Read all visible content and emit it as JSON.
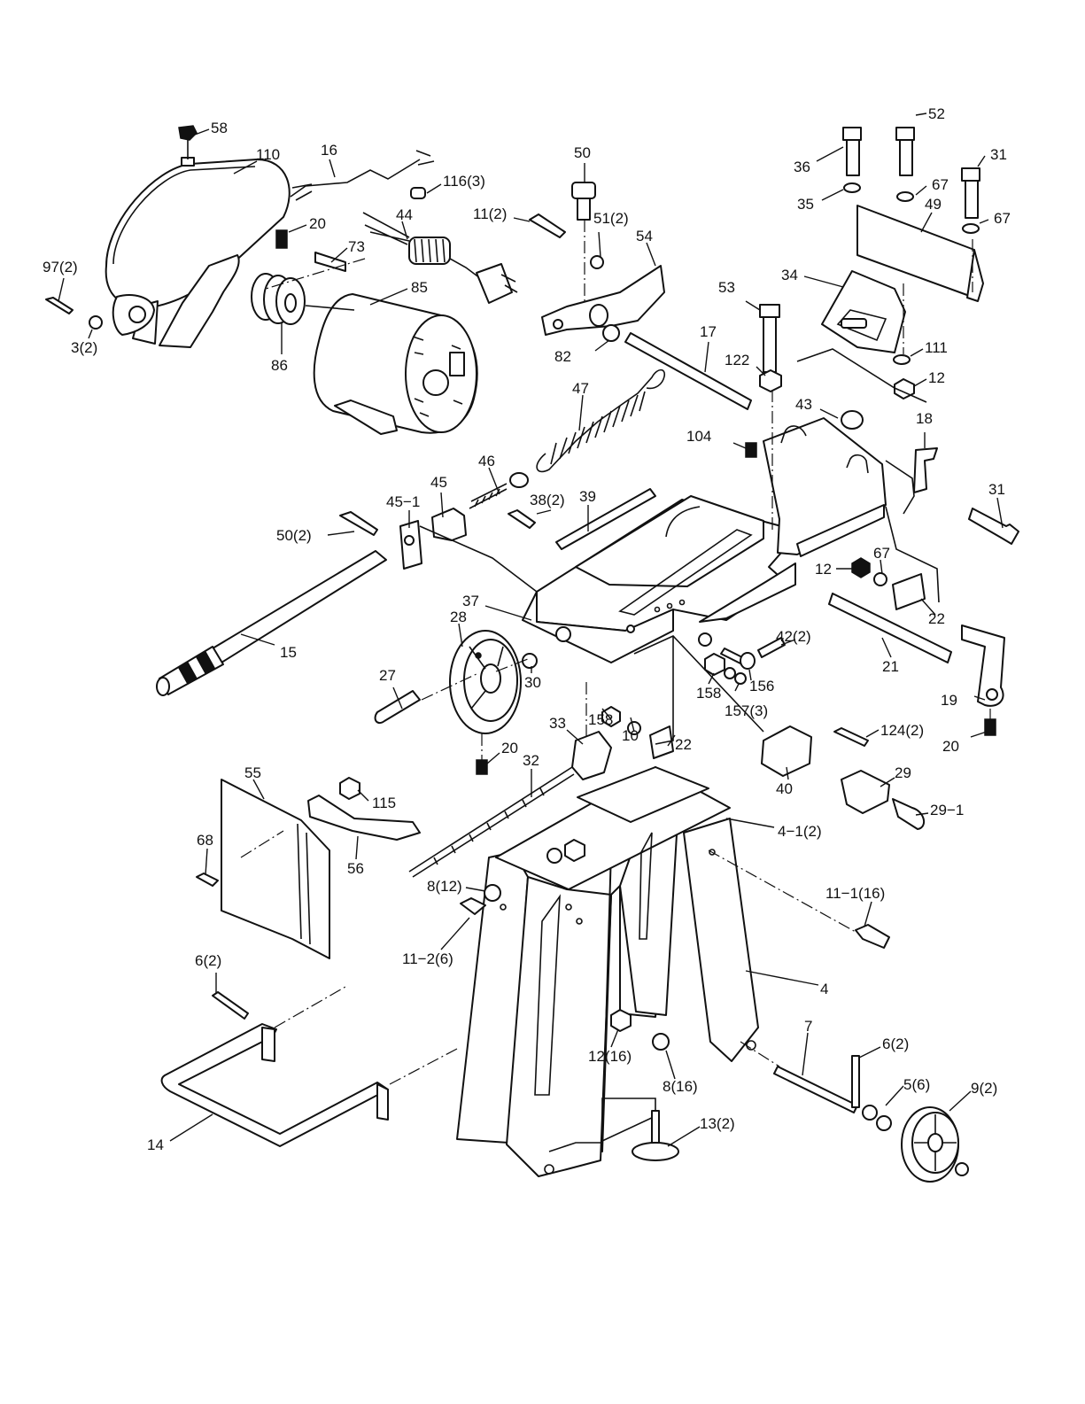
{
  "callouts": {
    "p58": "58",
    "p110": "110",
    "p16": "16",
    "p116_3": "116(3)",
    "p44": "44",
    "p97_2": "97(2)",
    "p20a": "20",
    "p73": "73",
    "p85": "85",
    "p3_2": "3(2)",
    "p86": "86",
    "p50": "50",
    "p11_2": "11(2)",
    "p51_2": "51(2)",
    "p54": "54",
    "p82": "82",
    "p53": "53",
    "p17": "17",
    "p122": "122",
    "p47": "47",
    "p104": "104",
    "p43": "43",
    "p36": "36",
    "p52": "52",
    "p31a": "31",
    "p35": "35",
    "p67a": "67",
    "p49": "49",
    "p67b": "67",
    "p34": "34",
    "p111": "111",
    "p12a": "12",
    "p18": "18",
    "p31b": "31",
    "p12b": "12",
    "p67c": "67",
    "p22a": "22",
    "p46": "46",
    "p45": "45",
    "p45_1": "45−1",
    "p38_2": "38(2)",
    "p39": "39",
    "p50_2": "50(2)",
    "p37": "37",
    "p28": "28",
    "p15": "15",
    "p42_2": "42(2)",
    "p21": "21",
    "p27": "27",
    "p30": "30",
    "p158a": "158",
    "p156": "156",
    "p157_3": "157(3)",
    "p19": "19",
    "p158b": "158",
    "p10": "10",
    "p22b": "22",
    "p33": "33",
    "p124_2": "124(2)",
    "p20b": "20",
    "p20c": "20",
    "p55": "55",
    "p115": "115",
    "p32": "32",
    "p40": "40",
    "p29": "29",
    "p29_1": "29−1",
    "p4_1_2": "4−1(2)",
    "p68": "68",
    "p56": "56",
    "p8_12": "8(12)",
    "p11_1_16": "11−1(16)",
    "p11_2_6": "11−2(6)",
    "p6_2a": "6(2)",
    "p4": "4",
    "p7": "7",
    "p6_2b": "6(2)",
    "p12_16": "12(16)",
    "p5_6": "5(6)",
    "p9_2": "9(2)",
    "p8_16": "8(16)",
    "p13_2": "13(2)",
    "p14": "14"
  }
}
